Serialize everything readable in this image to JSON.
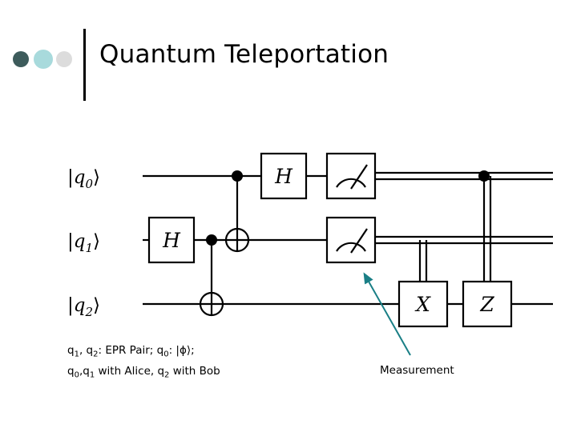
{
  "slide": {
    "title": "Quantum Teleportation",
    "background_color": "#ffffff",
    "decor": {
      "dot_colors": [
        "#3d5b5b",
        "#a8dadc",
        "#dcdcdc"
      ],
      "rule_color": "#000000"
    }
  },
  "circuit": {
    "wires": [
      {
        "id": "q0",
        "label_ket": "|q",
        "label_sub": "0",
        "label_close": "⟩"
      },
      {
        "id": "q1",
        "label_ket": "|q",
        "label_sub": "1",
        "label_close": "⟩"
      },
      {
        "id": "q2",
        "label_ket": "|q",
        "label_sub": "2",
        "label_close": "⟩"
      }
    ],
    "gates": [
      {
        "name": "hadamard-q1",
        "label": "H",
        "wire": "q1",
        "column": 1
      },
      {
        "name": "cnot-q1-q2",
        "label": "⊕",
        "wire": "q2",
        "control_wire": "q1",
        "column": 2
      },
      {
        "name": "cnot-q0-q1",
        "label": "⊕",
        "wire": "q1",
        "control_wire": "q0",
        "column": 3
      },
      {
        "name": "hadamard-q0",
        "label": "H",
        "wire": "q0",
        "column": 4
      },
      {
        "name": "measure-q0",
        "label": "measurement-meter",
        "wire": "q0",
        "column": 5
      },
      {
        "name": "measure-q1",
        "label": "measurement-meter",
        "wire": "q1",
        "column": 5
      },
      {
        "name": "pauli-x-q2",
        "label": "X",
        "wire": "q2",
        "column": 6,
        "control_wire": "q1"
      },
      {
        "name": "pauli-z-q2",
        "label": "Z",
        "wire": "q2",
        "column": 7,
        "control_wire": "q0"
      }
    ],
    "line_color": "#000000"
  },
  "captions": {
    "left_line1_a": "q",
    "left_line1_sub1": "1",
    "left_line1_b": ", q",
    "left_line1_sub2": "2",
    "left_line1_c": ": EPR Pair; q",
    "left_line1_sub3": "0",
    "left_line1_d": ": |ϕ⟩;",
    "left_line2_a": "q",
    "left_line2_sub1": "0",
    "left_line2_b": ",q",
    "left_line2_sub2": "1",
    "left_line2_c": " with  Alice,  q",
    "left_line2_sub3": "2",
    "left_line2_d": " with Bob",
    "measurement_label": "Measurement",
    "arrow_color": "#1a7f86"
  }
}
